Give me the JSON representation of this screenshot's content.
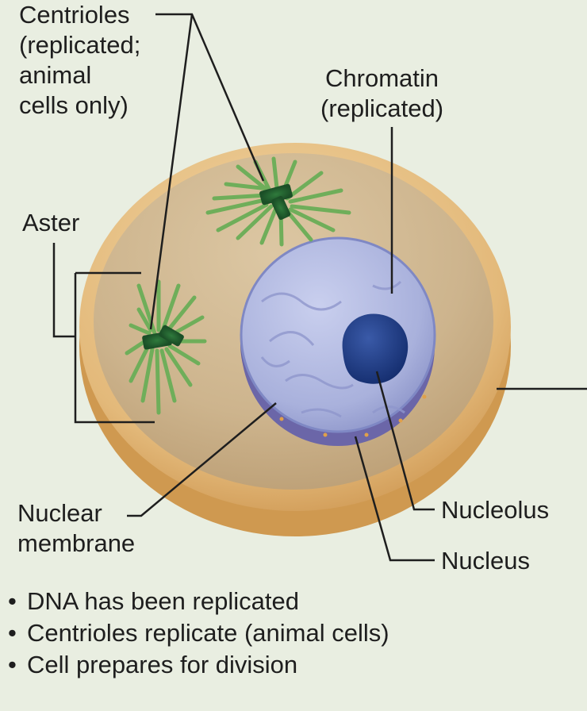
{
  "labels": {
    "centrioles": [
      "Centrioles",
      "(replicated;",
      "animal",
      "cells only)"
    ],
    "chromatin": [
      "Chromatin",
      "(replicated)"
    ],
    "aster": "Aster",
    "nuclear_membrane": [
      "Nuclear",
      "membrane"
    ],
    "nucleolus": "Nucleolus",
    "nucleus": "Nucleus"
  },
  "bullets": [
    "DNA has been replicated",
    "Centrioles replicate (animal cells)",
    "Cell prepares for division"
  ],
  "colors": {
    "background": "#e9eee1",
    "cell_rim": "#d9a865",
    "cytoplasm": "#c9b08a",
    "nucleus": "#b5bde0",
    "nucleolus": "#1f3f86",
    "aster": "#6fae5a",
    "leader_line": "#1e1e1e"
  }
}
